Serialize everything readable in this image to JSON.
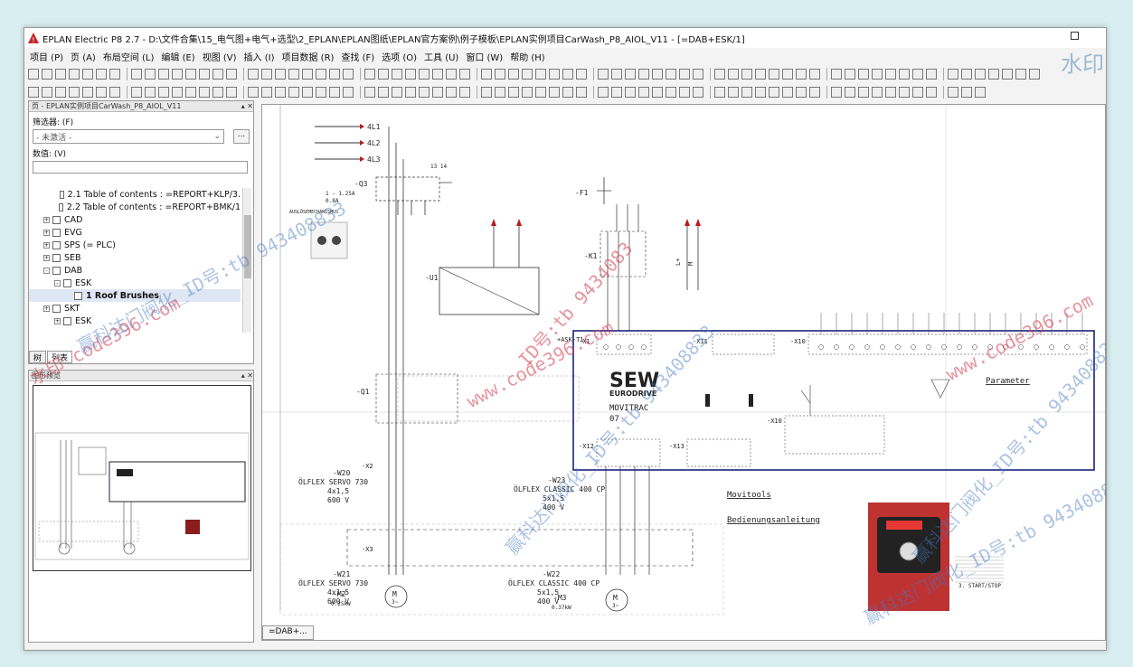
{
  "window": {
    "title": "EPLAN Electric P8 2.7 - D:\\文件合集\\15_电气图+电气+选型\\2_EPLAN\\EPLAN图纸\\EPLAN官方案例\\例子模板\\EPLAN实例项目CarWash_P8_AIOL_V11 - [=DAB+ESK/1]",
    "watermark_tr": "水印"
  },
  "menu": [
    "项目 (P)",
    "页 (A)",
    "布局空间 (L)",
    "编辑 (E)",
    "视图 (V)",
    "插入 (I)",
    "项目数据 (R)",
    "查找 (F)",
    "选项 (O)",
    "工具 (U)",
    "窗口 (W)",
    "帮助 (H)"
  ],
  "page_panel": {
    "header": "页 - EPLAN实例项目CarWash_P8_AIOL_V11",
    "filter_label": "筛选器: (F)",
    "filter_value": "- 未激活 -",
    "filter_button": "...",
    "value_label": "数值: (V)",
    "tree": [
      {
        "label": "2.1 Table of contents : =REPORT+KLP/3.",
        "indent": 2,
        "exp": "",
        "selected": false
      },
      {
        "label": "2.2 Table of contents : =REPORT+BMK/1",
        "indent": 2,
        "exp": "",
        "selected": false
      },
      {
        "label": "CAD",
        "indent": 1,
        "exp": "+",
        "selected": false
      },
      {
        "label": "EVG",
        "indent": 1,
        "exp": "+",
        "selected": false
      },
      {
        "label": "SPS (= PLC)",
        "indent": 1,
        "exp": "+",
        "selected": false
      },
      {
        "label": "SEB",
        "indent": 1,
        "exp": "+",
        "selected": false
      },
      {
        "label": "DAB",
        "indent": 1,
        "exp": "-",
        "selected": false
      },
      {
        "label": "ESK",
        "indent": 2,
        "exp": "-",
        "selected": false
      },
      {
        "label": "1 Roof Brushes",
        "indent": 3,
        "exp": "",
        "selected": true
      },
      {
        "label": "SKT",
        "indent": 1,
        "exp": "+",
        "selected": false
      },
      {
        "label": "ESK",
        "indent": 2,
        "exp": "+",
        "selected": false
      }
    ],
    "tabs": [
      "树",
      "列表"
    ]
  },
  "preview_panel": {
    "header": "图形预览"
  },
  "schematic": {
    "lines": [
      "4L1",
      "4L2",
      "4L3"
    ],
    "q3": "-Q3",
    "q3_label": "1 - 1.25A\n0.8A",
    "f1_label": "-F1",
    "u1_label": "-U1",
    "k1_label": "-K1",
    "q1_label": "-Q1",
    "x2": "-X2",
    "x3": "-X3",
    "w20": "-W20",
    "w20_type": "ÖLFLEX SERVO 730",
    "w20_sec": "4x1,5",
    "w20_v": "600 V",
    "w23": "-W23",
    "w23_type": "ÖLFLEX CLASSIC 400 CP",
    "w23_sec": "5x1,5",
    "w23_v": "400 V",
    "w21": "-W21",
    "w21_type": "ÖLFLEX SERVO 730",
    "w21_sec": "4x1,5",
    "w21_v": "600 V",
    "w22": "-W22",
    "w22_type": "ÖLFLEX CLASSIC 400 CP",
    "w22_sec": "5x1,5",
    "w22_v": "400 V",
    "m2": "-M2",
    "m2_p": "0.25kW",
    "m3": "-M3",
    "m3_p": "0.37kW",
    "motor_symbol": "M",
    "motor_phase": "3~",
    "sew_brand": "SEW",
    "sew_sub": "EURODRIVE",
    "movitrac": "MOVITRAC",
    "movitrac_num": "07",
    "ask": "+ASK-T1",
    "x1": "-X1",
    "x11": "-X11",
    "x10": "-X10",
    "x12": "-X12",
    "x13": "-X13",
    "x10b": "-X10",
    "parameter": "Parameter",
    "movitools": "Movitools",
    "bedienung": "Bedienungsanleitung",
    "start_stop": "3. START/STOP"
  },
  "page_tab": "=DAB+...",
  "watermarks": {
    "w1": "水印 code396.com",
    "w2": "赢科达门阀化_ID号:tb 943408833",
    "w3": "www.code396.com",
    "w4": "赢科达门阀化_ID号:tb 943408833",
    "w5": "www.code396.com",
    "w6": "赢科达门阀化_ID号:tb 943408833",
    "w7": "ID号:tb 9434083",
    "w8": "赢科达门阀化_ID号:tb 943408833"
  }
}
